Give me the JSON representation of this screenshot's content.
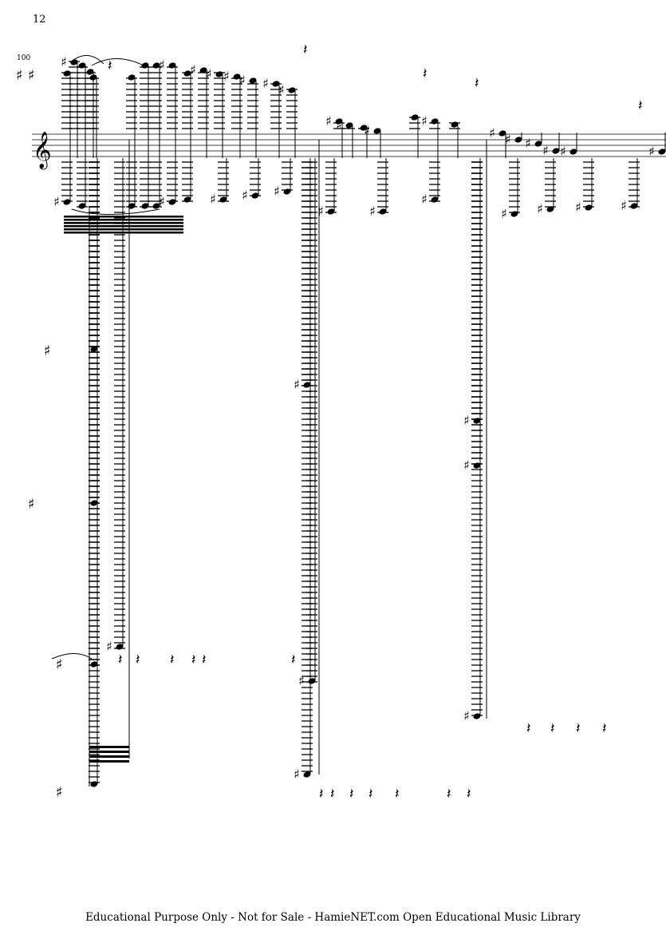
{
  "page": {
    "page_number": "12",
    "measure_number": "100",
    "footer": "Educational Purpose Only - Not for Sale - HamieNET.com Open Educational Music Library"
  },
  "score": {
    "clef": "treble",
    "staff_count": 1
  }
}
